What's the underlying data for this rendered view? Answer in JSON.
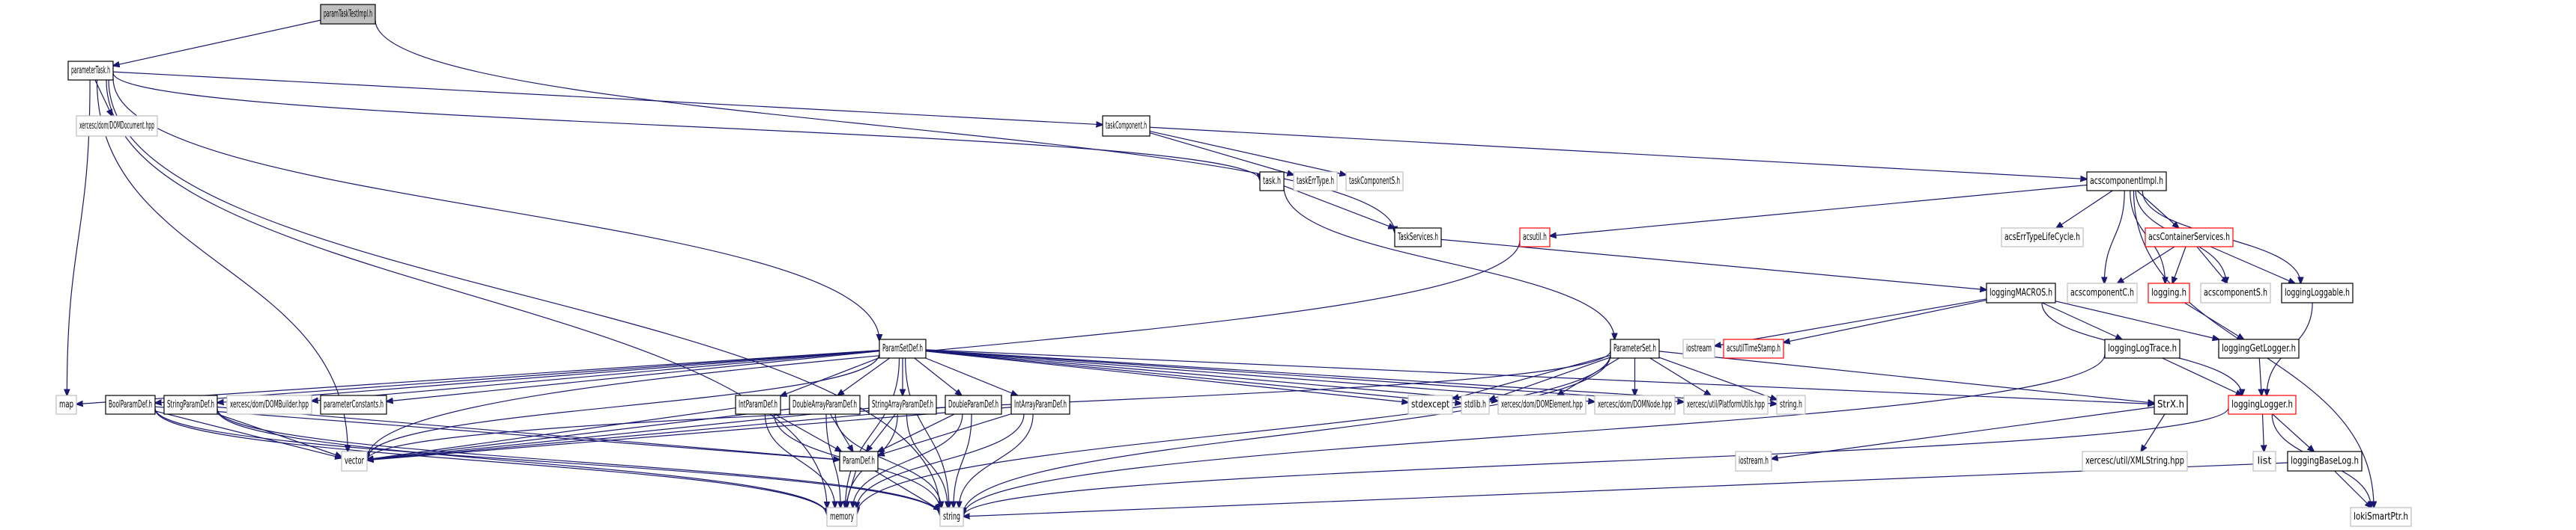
{
  "diagram": {
    "type": "include-dependency-graph",
    "root": "paramTaskTestImpl.h",
    "colors": {
      "edge": "#191970",
      "documented_border": "#000000",
      "external_border": "#bfbfbf",
      "incomplete_border": "#ff0000",
      "root_fill": "#bfbfbf"
    },
    "nodes": {
      "paramTaskTestImpl": {
        "label": "paramTaskTestImpl.h",
        "style": "root"
      },
      "parameterTask": {
        "label": "parameterTask.h",
        "style": "documented"
      },
      "DOMDocument": {
        "label": "xercesc/dom/DOMDocument.hpp",
        "style": "external"
      },
      "taskComponent": {
        "label": "taskComponent.h",
        "style": "documented"
      },
      "taskErrType": {
        "label": "taskErrType.h",
        "style": "external"
      },
      "taskComponentS": {
        "label": "taskComponentS.h",
        "style": "external"
      },
      "acscomponentImpl": {
        "label": "acscomponentImpl.h",
        "style": "documented"
      },
      "task": {
        "label": "task.h",
        "style": "documented"
      },
      "TaskServices": {
        "label": "TaskServices.h",
        "style": "documented"
      },
      "acsutil": {
        "label": "acsutil.h",
        "style": "incomplete"
      },
      "acsErrTypeLifeCycle": {
        "label": "acsErrTypeLifeCycle.h",
        "style": "external"
      },
      "acsContainerServices": {
        "label": "acsContainerServices.h",
        "style": "incomplete"
      },
      "loggingMACROS": {
        "label": "loggingMACROS.h",
        "style": "documented"
      },
      "acscomponentC": {
        "label": "acscomponentC.h",
        "style": "external"
      },
      "logging": {
        "label": "logging.h",
        "style": "incomplete"
      },
      "acscomponentS": {
        "label": "acscomponentS.h",
        "style": "external"
      },
      "loggingLoggable": {
        "label": "loggingLoggable.h",
        "style": "documented"
      },
      "ParamSetDef": {
        "label": "ParamSetDef.h",
        "style": "documented"
      },
      "ParameterSet": {
        "label": "ParameterSet.h",
        "style": "documented"
      },
      "iostream": {
        "label": "iostream",
        "style": "external"
      },
      "acsutilTimeStamp": {
        "label": "acsutilTimeStamp.h",
        "style": "incomplete"
      },
      "loggingLogTrace": {
        "label": "loggingLogTrace.h",
        "style": "documented"
      },
      "loggingGetLogger": {
        "label": "loggingGetLogger.h",
        "style": "documented"
      },
      "map": {
        "label": "map",
        "style": "external"
      },
      "BoolParamDef": {
        "label": "BoolParamDef.h",
        "style": "documented"
      },
      "StringParamDef": {
        "label": "StringParamDef.h",
        "style": "documented"
      },
      "DOMBuilder": {
        "label": "xercesc/dom/DOMBuilder.hpp",
        "style": "external"
      },
      "parameterConstants": {
        "label": "parameterConstants.h",
        "style": "documented"
      },
      "IntParamDef": {
        "label": "IntParamDef.h",
        "style": "documented"
      },
      "DoubleArrayParamDef": {
        "label": "DoubleArrayParamDef.h",
        "style": "documented"
      },
      "StringArrayParamDef": {
        "label": "StringArrayParamDef.h",
        "style": "documented"
      },
      "DoubleParamDef": {
        "label": "DoubleParamDef.h",
        "style": "documented"
      },
      "IntArrayParamDef": {
        "label": "IntArrayParamDef.h",
        "style": "documented"
      },
      "stdexcept": {
        "label": "stdexcept",
        "style": "external"
      },
      "stdlib": {
        "label": "stdlib.h",
        "style": "external"
      },
      "DOMElement": {
        "label": "xercesc/dom/DOMElement.hpp",
        "style": "external"
      },
      "DOMNode": {
        "label": "xercesc/dom/DOMNode.hpp",
        "style": "external"
      },
      "PlatformUtils": {
        "label": "xercesc/util/PlatformUtils.hpp",
        "style": "external"
      },
      "string_h": {
        "label": "string.h",
        "style": "external"
      },
      "StrX": {
        "label": "StrX.h",
        "style": "documented"
      },
      "loggingLogger": {
        "label": "loggingLogger.h",
        "style": "incomplete"
      },
      "vector": {
        "label": "vector",
        "style": "external"
      },
      "ParamDef": {
        "label": "ParamDef.h",
        "style": "documented"
      },
      "iostream_h": {
        "label": "iostream.h",
        "style": "external"
      },
      "XMLString": {
        "label": "xercesc/util/XMLString.hpp",
        "style": "external"
      },
      "list": {
        "label": "list",
        "style": "external"
      },
      "loggingBaseLog": {
        "label": "loggingBaseLog.h",
        "style": "documented"
      },
      "memory": {
        "label": "memory",
        "style": "external"
      },
      "string": {
        "label": "string",
        "style": "external"
      },
      "lokiSmartPtr": {
        "label": "lokiSmartPtr.h",
        "style": "external"
      }
    },
    "edges": [
      [
        "paramTaskTestImpl",
        "parameterTask"
      ],
      [
        "paramTaskTestImpl",
        "TaskServices"
      ],
      [
        "parameterTask",
        "DOMDocument"
      ],
      [
        "parameterTask",
        "taskComponent"
      ],
      [
        "parameterTask",
        "task"
      ],
      [
        "parameterTask",
        "ParamSetDef"
      ],
      [
        "parameterTask",
        "map"
      ],
      [
        "parameterTask",
        "vector"
      ],
      [
        "parameterTask",
        "memory"
      ],
      [
        "parameterTask",
        "string"
      ],
      [
        "taskComponent",
        "taskErrType"
      ],
      [
        "taskComponent",
        "taskComponentS"
      ],
      [
        "taskComponent",
        "acscomponentImpl"
      ],
      [
        "task",
        "TaskServices"
      ],
      [
        "task",
        "ParameterSet"
      ],
      [
        "TaskServices",
        "loggingMACROS"
      ],
      [
        "acscomponentImpl",
        "acsutil"
      ],
      [
        "acscomponentImpl",
        "acsErrTypeLifeCycle"
      ],
      [
        "acscomponentImpl",
        "acsContainerServices"
      ],
      [
        "acscomponentImpl",
        "acscomponentC"
      ],
      [
        "acscomponentImpl",
        "logging"
      ],
      [
        "acscomponentImpl",
        "acscomponentS"
      ],
      [
        "acscomponentImpl",
        "loggingLoggable"
      ],
      [
        "acscomponentImpl",
        "lokiSmartPtr"
      ],
      [
        "acsutil",
        "vector"
      ],
      [
        "acsContainerServices",
        "acscomponentC"
      ],
      [
        "acsContainerServices",
        "logging"
      ],
      [
        "acsContainerServices",
        "acscomponentS"
      ],
      [
        "acsContainerServices",
        "loggingLoggable"
      ],
      [
        "logging",
        "loggingGetLogger"
      ],
      [
        "loggingLoggable",
        "loggingLogger"
      ],
      [
        "loggingMACROS",
        "iostream"
      ],
      [
        "loggingMACROS",
        "acsutilTimeStamp"
      ],
      [
        "loggingMACROS",
        "loggingLogTrace"
      ],
      [
        "loggingMACROS",
        "loggingGetLogger"
      ],
      [
        "loggingMACROS",
        "loggingLogger"
      ],
      [
        "loggingLogTrace",
        "loggingLogger"
      ],
      [
        "loggingLogTrace",
        "string"
      ],
      [
        "loggingGetLogger",
        "loggingLogger"
      ],
      [
        "loggingLogger",
        "list"
      ],
      [
        "loggingLogger",
        "loggingBaseLog"
      ],
      [
        "loggingLogger",
        "lokiSmartPtr"
      ],
      [
        "loggingLogger",
        "string"
      ],
      [
        "loggingBaseLog",
        "lokiSmartPtr"
      ],
      [
        "loggingBaseLog",
        "string"
      ],
      [
        "ParamSetDef",
        "map"
      ],
      [
        "ParamSetDef",
        "BoolParamDef"
      ],
      [
        "ParamSetDef",
        "StringParamDef"
      ],
      [
        "ParamSetDef",
        "DOMBuilder"
      ],
      [
        "ParamSetDef",
        "parameterConstants"
      ],
      [
        "ParamSetDef",
        "IntParamDef"
      ],
      [
        "ParamSetDef",
        "DoubleArrayParamDef"
      ],
      [
        "ParamSetDef",
        "StringArrayParamDef"
      ],
      [
        "ParamSetDef",
        "DoubleParamDef"
      ],
      [
        "ParamSetDef",
        "IntArrayParamDef"
      ],
      [
        "ParamSetDef",
        "stdexcept"
      ],
      [
        "ParamSetDef",
        "stdlib"
      ],
      [
        "ParamSetDef",
        "DOMElement"
      ],
      [
        "ParamSetDef",
        "DOMNode"
      ],
      [
        "ParamSetDef",
        "PlatformUtils"
      ],
      [
        "ParamSetDef",
        "string_h"
      ],
      [
        "ParamSetDef",
        "StrX"
      ],
      [
        "ParamSetDef",
        "vector"
      ],
      [
        "ParamSetDef",
        "memory"
      ],
      [
        "ParamSetDef",
        "string"
      ],
      [
        "ParameterSet",
        "stdexcept"
      ],
      [
        "ParameterSet",
        "stdlib"
      ],
      [
        "ParameterSet",
        "DOMElement"
      ],
      [
        "ParameterSet",
        "DOMNode"
      ],
      [
        "ParameterSet",
        "PlatformUtils"
      ],
      [
        "ParameterSet",
        "string_h"
      ],
      [
        "ParameterSet",
        "StrX"
      ],
      [
        "ParameterSet",
        "vector"
      ],
      [
        "ParameterSet",
        "memory"
      ],
      [
        "ParameterSet",
        "string"
      ],
      [
        "StrX",
        "iostream_h"
      ],
      [
        "StrX",
        "XMLString"
      ],
      [
        "BoolParamDef",
        "ParamDef"
      ],
      [
        "BoolParamDef",
        "vector"
      ],
      [
        "BoolParamDef",
        "memory"
      ],
      [
        "BoolParamDef",
        "string"
      ],
      [
        "StringParamDef",
        "ParamDef"
      ],
      [
        "StringParamDef",
        "vector"
      ],
      [
        "StringParamDef",
        "memory"
      ],
      [
        "StringParamDef",
        "string"
      ],
      [
        "IntParamDef",
        "ParamDef"
      ],
      [
        "IntParamDef",
        "vector"
      ],
      [
        "IntParamDef",
        "memory"
      ],
      [
        "IntParamDef",
        "string"
      ],
      [
        "DoubleArrayParamDef",
        "ParamDef"
      ],
      [
        "DoubleArrayParamDef",
        "vector"
      ],
      [
        "DoubleArrayParamDef",
        "memory"
      ],
      [
        "DoubleArrayParamDef",
        "string"
      ],
      [
        "StringArrayParamDef",
        "ParamDef"
      ],
      [
        "StringArrayParamDef",
        "vector"
      ],
      [
        "StringArrayParamDef",
        "memory"
      ],
      [
        "StringArrayParamDef",
        "string"
      ],
      [
        "DoubleParamDef",
        "ParamDef"
      ],
      [
        "DoubleParamDef",
        "vector"
      ],
      [
        "DoubleParamDef",
        "memory"
      ],
      [
        "DoubleParamDef",
        "string"
      ],
      [
        "IntArrayParamDef",
        "ParamDef"
      ],
      [
        "IntArrayParamDef",
        "vector"
      ],
      [
        "IntArrayParamDef",
        "memory"
      ],
      [
        "IntArrayParamDef",
        "string"
      ],
      [
        "ParamDef",
        "memory"
      ],
      [
        "ParamDef",
        "string"
      ]
    ]
  }
}
